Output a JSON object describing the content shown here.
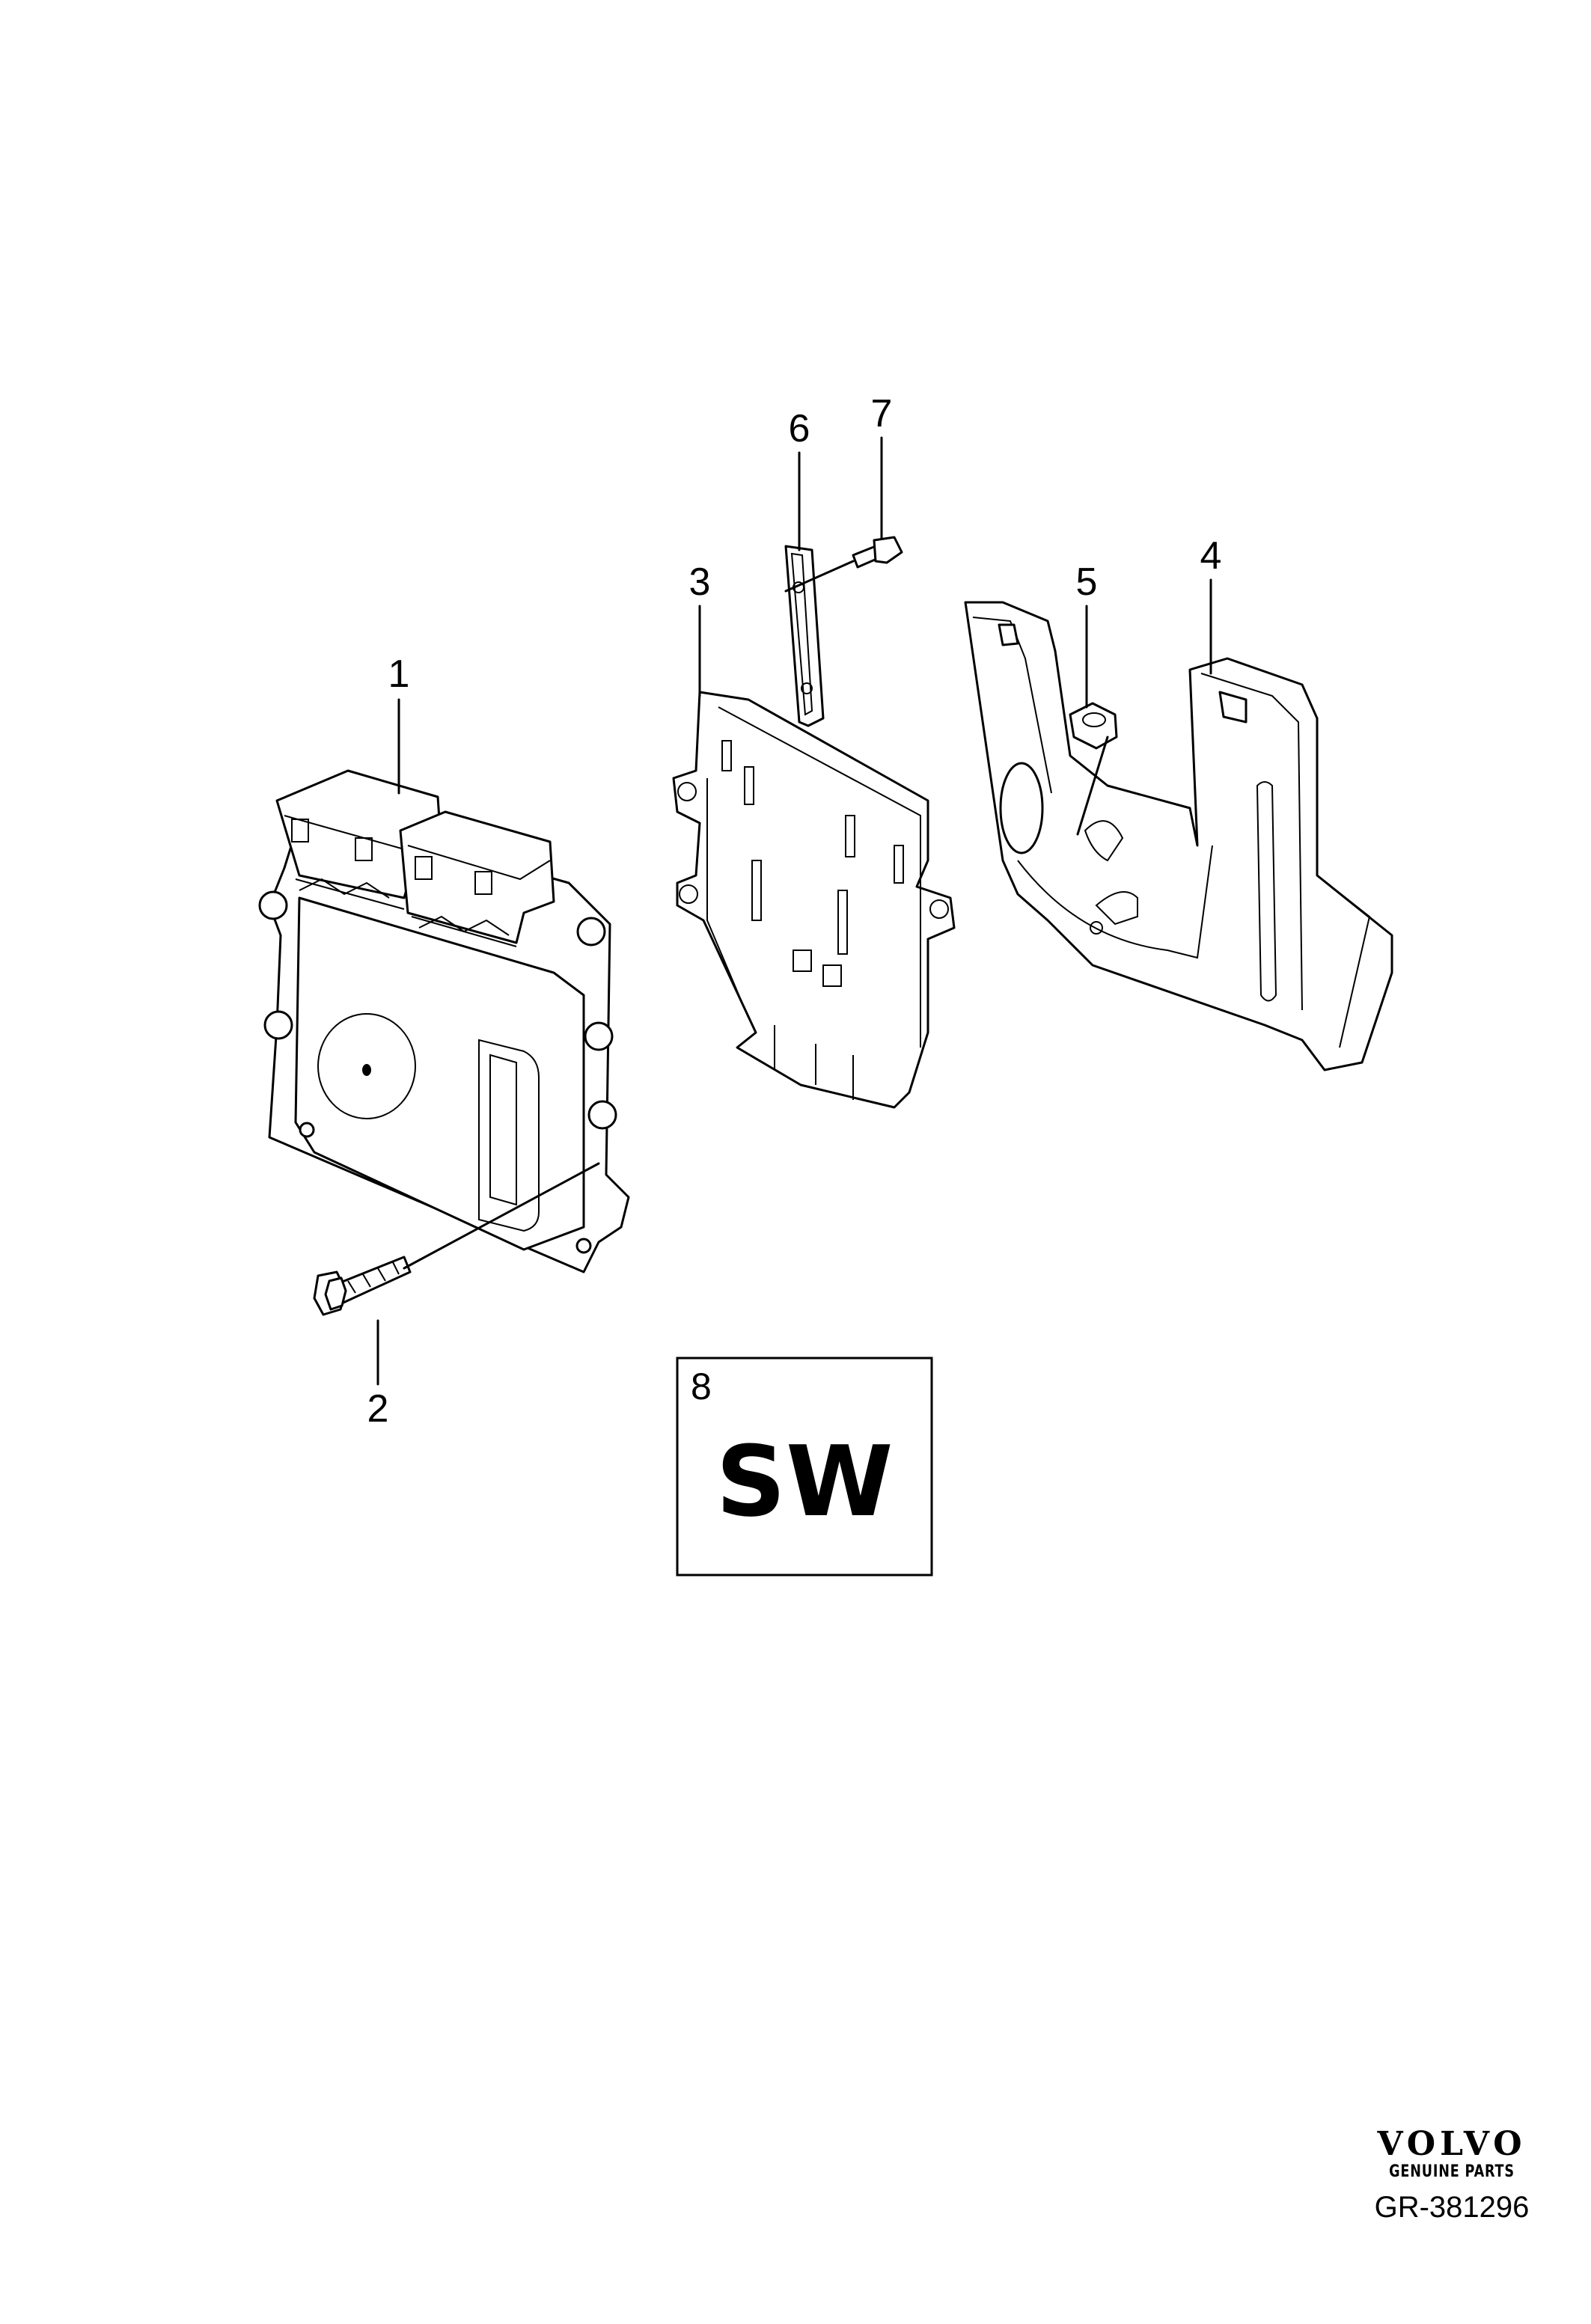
{
  "callouts": [
    "1",
    "2",
    "3",
    "4",
    "5",
    "6",
    "7"
  ],
  "software_box": {
    "number": "8",
    "text": "SW"
  },
  "brand": {
    "name": "VOLVO",
    "tagline": "GENUINE PARTS"
  },
  "reference": "GR-381296"
}
